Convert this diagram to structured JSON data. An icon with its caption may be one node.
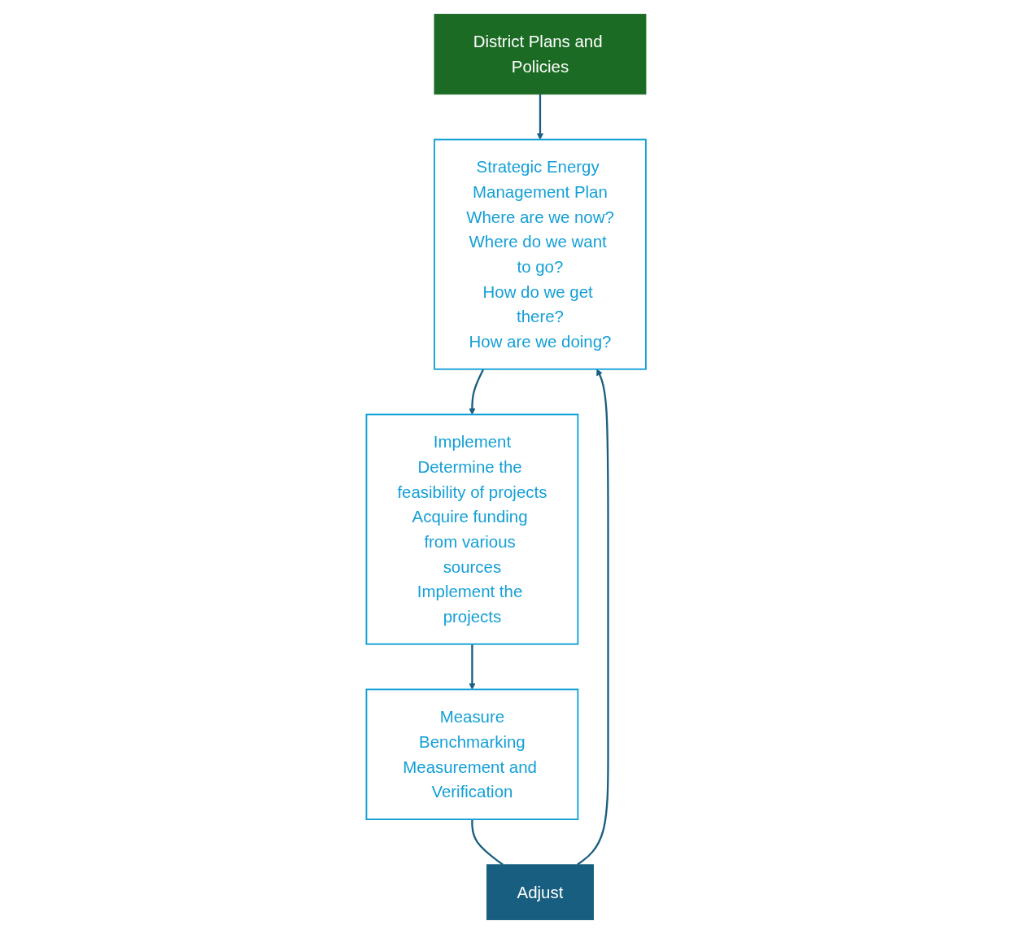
{
  "diagram": {
    "nodes": [
      {
        "text": [
          "District Plans and Policies"
        ]
      },
      {
        "text": [
          "Strategic Energy Management Plan",
          "Where are we now?",
          "Where do we want to go?",
          "How do we get there?",
          "How are we doing?"
        ]
      },
      {
        "text": [
          "Implement",
          "Determine the feasibility of projects",
          "Acquire funding from various sources",
          "Implement the projects"
        ]
      },
      {
        "text": [
          "Measure",
          "Benchmarking",
          "Measurement and Verification"
        ]
      },
      {
        "text": [
          "Adjust"
        ]
      }
    ],
    "edges": [
      {
        "from": 0,
        "to": 1,
        "arrow": "to"
      },
      {
        "from": 1,
        "to": 2,
        "arrow": "to"
      },
      {
        "from": 2,
        "to": 3,
        "arrow": "to"
      },
      {
        "from": 3,
        "to": 4,
        "arrow": "none"
      },
      {
        "from": 4,
        "to": 1,
        "arrow": "to"
      }
    ]
  }
}
